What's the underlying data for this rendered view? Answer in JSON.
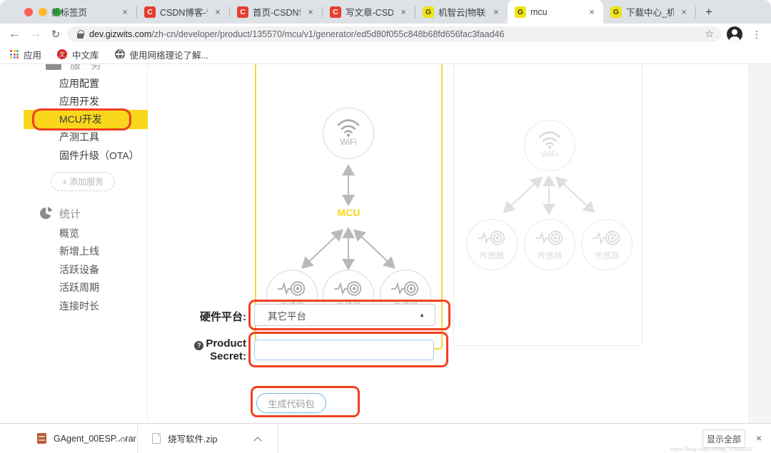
{
  "browser": {
    "tabs": [
      {
        "title": "新标签页"
      },
      {
        "title": "CSDN博客-专业IT"
      },
      {
        "title": "首页-CSDN博客"
      },
      {
        "title": "写文章-CSDN博"
      },
      {
        "title": "机智云|物联网云服"
      },
      {
        "title": "mcu",
        "active": true
      },
      {
        "title": "下载中心_机智云"
      }
    ],
    "favicons": {
      "csdn": "C",
      "gizwits": "G"
    },
    "address": {
      "domain": "dev.gizwits.com",
      "path": "/zh-cn/developer/product/135570/mcu/v1/generator/ed5d80f055c848b68fd656fac3faad46"
    },
    "bookmarks": {
      "apps_label": "应用",
      "library_label": "中文库",
      "library_glyph": "文",
      "article_label": "使用网络理论了解..."
    }
  },
  "icons": {
    "back": "←",
    "forward": "→",
    "refresh": "↻",
    "star": "☆",
    "more": "⋮",
    "plus": "+",
    "close": "×",
    "caret_up": "▲",
    "help": "?"
  },
  "sidebar": {
    "clipped_item": "服务",
    "dev_items": [
      "应用配置",
      "应用开发",
      "MCU开发",
      "产测工具",
      "固件升级（OTA）"
    ],
    "add_service": "+ 添加服务",
    "stats_header": "统计",
    "stats_items": [
      "概览",
      "新增上线",
      "活跃设备",
      "活跃周期",
      "连接时长"
    ]
  },
  "content": {
    "panels": {
      "wifi_label": "WiFi",
      "mcu_label": "MCU",
      "sensor_label": "传感器"
    },
    "form": {
      "hardware_platform_label": "硬件平台:",
      "hardware_platform_value": "其它平台",
      "product_secret_label_line1": "Product",
      "product_secret_label_line2": "Secret:",
      "generate_button": "生成代码包"
    }
  },
  "downloads": {
    "files": [
      {
        "name": "GAgent_00ESP....rar"
      },
      {
        "name": "烧写软件.zip"
      }
    ],
    "show_all": "显示全部",
    "watermark": "https://blog.csdn.net/qq_37838137"
  },
  "colors": {
    "annotation_red": "#F04121",
    "highlight_yellow": "#F8D61C",
    "panel_border_yellow": "#F6D63C",
    "mcu_text_yellow": "#F8D51C",
    "input_border_blue": "#A5CBEC",
    "button_border_blue": "#72B5E2"
  }
}
